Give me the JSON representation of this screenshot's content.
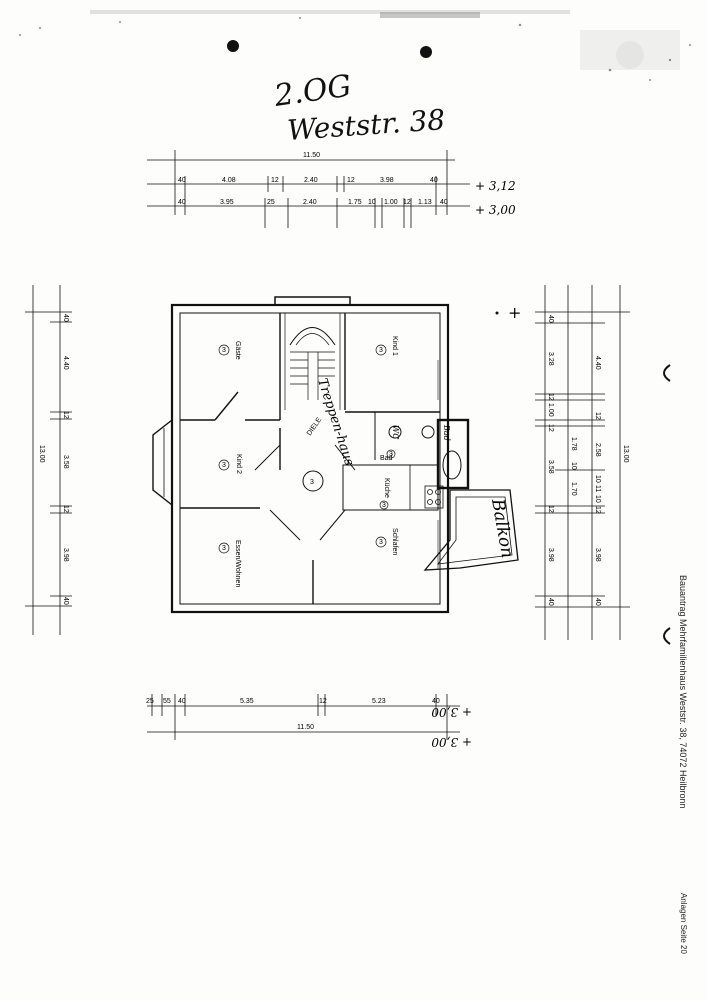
{
  "title": {
    "line1": "2.OG",
    "line2": "Weststr. 38"
  },
  "top_dims": {
    "overall": "11.50",
    "row1": [
      "40",
      "4.08",
      "12",
      "2.40",
      "12",
      "3.98",
      "40"
    ],
    "row2": [
      "40",
      "3.95",
      "25",
      "2.40",
      "1.75",
      "10",
      "1.00",
      "12",
      "1.13",
      "40"
    ],
    "level1": "+ 3,12",
    "level2": "+ 3,00"
  },
  "bottom_dims": {
    "row": [
      "25",
      "55",
      "40",
      "5.35",
      "12",
      "5.23",
      "40"
    ],
    "overall": "11.50",
    "level1": "+ 3,00",
    "level2": "+ 3,00"
  },
  "left_dims": {
    "overall": "13.00",
    "segments": [
      "40",
      "4.40",
      "12",
      "3.58",
      "12",
      "3.98",
      "40"
    ]
  },
  "right_dims": {
    "overall": "13.00",
    "col1": [
      "40",
      "3.28",
      "12",
      "1.00",
      "12",
      "3.58",
      "12",
      "3.98",
      "40"
    ],
    "col2": [
      "1.78",
      "10",
      "1.70"
    ],
    "col3": [
      "4.40",
      "12",
      "2.58",
      "10",
      "11",
      "10",
      "12",
      "3.98",
      "40"
    ],
    "mark": "+"
  },
  "rooms": [
    {
      "name": "Gäste",
      "num": "3"
    },
    {
      "name": "Kind 1",
      "num": "3"
    },
    {
      "name": "Kind 2",
      "num": "3"
    },
    {
      "name": "DIELE",
      "num": "3"
    },
    {
      "name": "Bad",
      "num": "3"
    },
    {
      "name": "Küche",
      "num": "3"
    },
    {
      "name": "Essen/Wohnen",
      "num": "3"
    },
    {
      "name": "Schlafen",
      "num": "3"
    }
  ],
  "annotations": {
    "stairs": "Treppen-haus",
    "balcony": "Balkon",
    "bath_handwritten": "Bad",
    "wc_handwritten": "WC"
  },
  "side_note": {
    "text": "Bauantrag Mehrfamilienhaus Weststr. 38, 74072 Heilbronn",
    "page": "Anlagen Seite 20"
  }
}
